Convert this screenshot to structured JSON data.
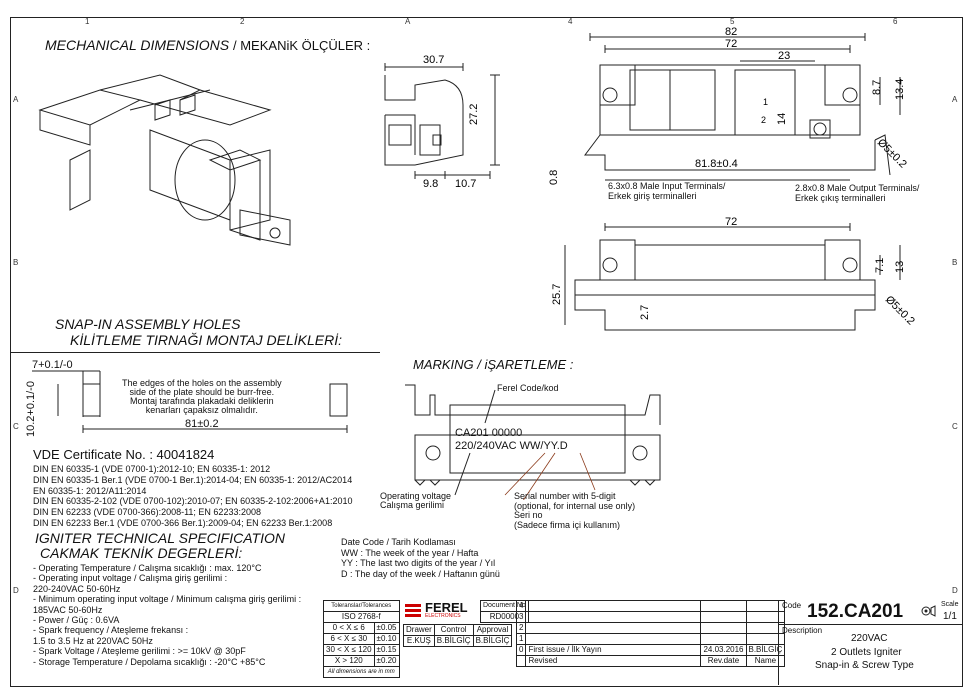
{
  "border": {
    "cols_top": [
      "1",
      "2",
      "A",
      "4",
      "5",
      "6"
    ],
    "rows_side": [
      "A",
      "B",
      "C",
      "D"
    ]
  },
  "mech": {
    "title": "MECHANICAL DIMENSIONS",
    "title_tr": "/ MEKANiK ÖLÇÜLER :",
    "dims_side": [
      "30.7",
      "27.2",
      "9.8",
      "10.7"
    ],
    "dims_top": [
      "82",
      "72",
      "23",
      "8.7",
      "13.4",
      "14",
      "1",
      "2",
      "81.8±0.4",
      "Ø5±0.2",
      "0.8"
    ],
    "dims_bottom": [
      "72",
      "7.1",
      "13",
      "25.7",
      "2.7",
      "Ø5±0.2"
    ],
    "input_terminals": "6.3x0.8 Male Input Terminals/",
    "input_terminals_tr": "Erkek giriş terminalleri",
    "output_terminals": "2.8x0.8 Male Output Terminals/",
    "output_terminals_tr": "Erkek çıkış terminalleri"
  },
  "snap": {
    "title": "SNAP-IN ASSEMBLY HOLES",
    "title_tr": "KİLİTLEME TIRNAĞI MONTAJ DELİKLERİ:",
    "dim_w": "7+0.1/-0",
    "dim_h": "10.2+0.1/-0",
    "note1": "The edges of the holes on the assembly",
    "note2": "side of the plate should be burr-free.",
    "note3": "Montaj tarafında plakadaki deliklerin",
    "note4": "kenarları çapaksız olmalıdır.",
    "dim_spacing": "81±0.2"
  },
  "vde": {
    "title": "VDE Certificate No. : 40041824",
    "lines": [
      "DIN EN 60335-1 (VDE 0700-1):2012-10; EN 60335-1: 2012",
      "DIN EN 60335-1 Ber.1 (VDE 0700-1 Ber.1):2014-04; EN 60335-1: 2012/AC2014",
      "EN 60335-1: 2012/A11:2014",
      "DIN EN 60335-2-102 (VDE 0700-102):2010-07; EN 60335-2-102:2006+A1:2010",
      "DIN EN 62233 (VDE 0700-366):2008-11; EN 62233:2008",
      "DIN EN 62233 Ber.1 (VDE 0700-366 Ber.1):2009-04; EN 62233 Ber.1:2008"
    ]
  },
  "spec": {
    "title": "IGNITER TECHNICAL SPECIFICATION",
    "title_tr": "CAKMAK TEKNİK DEGERLERİ:",
    "lines": [
      "- Operating Temperature / Calışma sıcaklığı : max. 120°C",
      "- Operating input voltage / Calışma giriş gerilimi :",
      "220-240VAC 50-60Hz",
      "- Minimum operating input voltage / Minimum calışma giriş gerilimi :",
      "185VAC 50-60Hz",
      "- Power / Güç : 0.6VA",
      "- Spark frequency / Ateşleme frekansı :",
      "1.5 to 3.5 Hz at 220VAC 50Hz",
      "- Spark Voltage / Ateşleme gerilimi : >= 10kV @ 30pF",
      "- Storage Temperature / Depolama sıcaklığı : -20°C +85°C"
    ]
  },
  "marking": {
    "title": "MARKING / iŞARETLEME :",
    "ferel_code": "Ferel Code/kod",
    "line1": "CA201  00000",
    "line2": "220/240VAC WW/YY.D",
    "op_voltage": "Operating voltage",
    "op_voltage_tr": "Calışma gerilimi",
    "serial1": "Serial number with 5-digit",
    "serial2": "(optional, for internal use only)",
    "serial3": "Seri no",
    "serial4": "(Sadece firma içi kullanım)",
    "date1": "Date Code / Tarih Kodlaması",
    "date2": "WW : The week of the year / Hafta",
    "date3": "YY : The last two digits of the year / Yıl",
    "date4": "D : The day of the week / Haftanın günü"
  },
  "titleblock": {
    "tol_header": "Toleranslar/Tolerances",
    "iso": "ISO 2768-f",
    "tol_rows": [
      [
        "0 < X ≤ 6",
        "±0.05"
      ],
      [
        "6 < X ≤ 30",
        "±0.10"
      ],
      [
        "30 < X ≤ 120",
        "±0.15"
      ],
      [
        "X > 120",
        "±0.20"
      ]
    ],
    "all_dims": "All dimensions are in mm",
    "logo": "FEREL",
    "logo_sub": "ELECTRONICS",
    "doc_no": "Document No",
    "doc_val": "RD0000",
    "drawer": "Drawer",
    "control": "Control",
    "approval": "Approval",
    "drawer_name": "E.KUŞ",
    "control_name": "B.BİLGİÇ",
    "approval_name": "B.BİLGİÇ",
    "rev_nums": [
      "4",
      "3",
      "2",
      "1",
      "0"
    ],
    "rev1_text": "First issue / İlk Yayın",
    "rev1_date": "24.03.2016",
    "rev1_name": "B.BİLGİÇ",
    "revised": "Revised",
    "rev_date": "Rev.date",
    "name": "Name",
    "code_label": "Code",
    "code": "152.CA201",
    "scale_label": "Scale",
    "scale": "1/1",
    "desc_label": "Description",
    "desc1": "220VAC",
    "desc2": "2 Outlets Igniter",
    "desc3": "Snap-in & Screw Type"
  }
}
